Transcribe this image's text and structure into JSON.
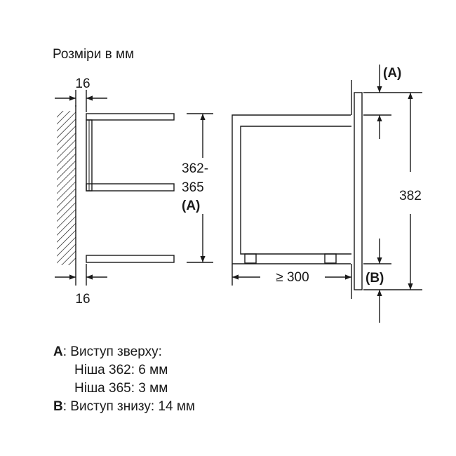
{
  "title": "Розміри в мм",
  "dimensions": {
    "wall_gap_top": "16",
    "wall_gap_bottom": "16",
    "niche_height_line1": "362-",
    "niche_height_line2": "365",
    "niche_height_marker": "(A)",
    "depth": "≥ 300",
    "total_height": "382",
    "marker_a": "(A)",
    "marker_b": "(B)"
  },
  "legend": {
    "a_key": "A",
    "a_text": ": Виступ зверху:",
    "a_line2": "Ніша 362: 6 мм",
    "a_line3": "Ніша 365: 3 мм",
    "b_key": "B",
    "b_text": ": Виступ знизу: 14 мм"
  },
  "colors": {
    "line": "#1a1a1a",
    "background": "#ffffff"
  }
}
